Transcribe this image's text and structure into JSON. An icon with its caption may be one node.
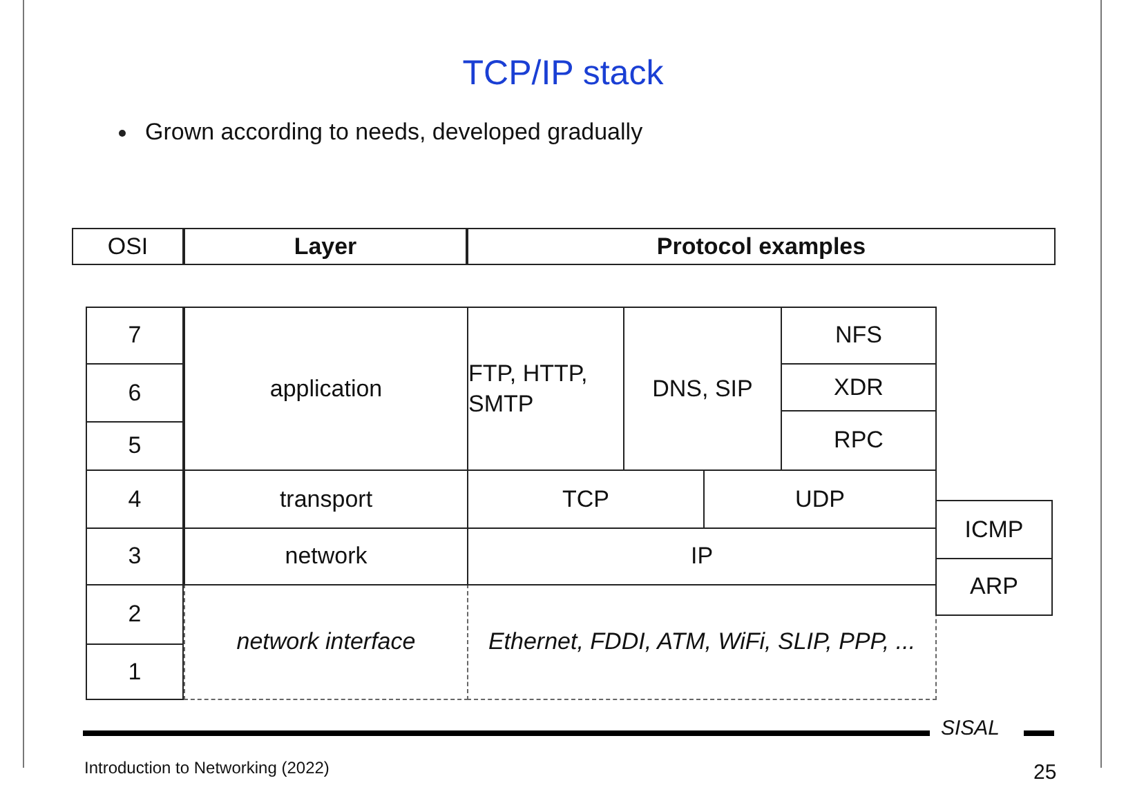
{
  "diagram": {
    "title": "TCP/IP stack",
    "nodes": [
      {
        "text": [
          "OSI"
        ]
      },
      {
        "text": [
          "Layer"
        ]
      },
      {
        "text": [
          "Protocol examples"
        ]
      },
      {
        "text": [
          "7"
        ]
      },
      {
        "text": [
          "6"
        ]
      },
      {
        "text": [
          "5"
        ]
      },
      {
        "text": [
          "application"
        ]
      },
      {
        "text": [
          "FTP, HTTP, SMTP"
        ]
      },
      {
        "text": [
          "DNS, SIP"
        ]
      },
      {
        "text": [
          "NFS"
        ]
      },
      {
        "text": [
          "XDR"
        ]
      },
      {
        "text": [
          "RPC"
        ]
      },
      {
        "text": [
          "4"
        ]
      },
      {
        "text": [
          "transport"
        ]
      },
      {
        "text": [
          "TCP"
        ]
      },
      {
        "text": [
          "UDP"
        ]
      },
      {
        "text": [
          "ICMP"
        ]
      },
      {
        "text": [
          "3"
        ]
      },
      {
        "text": [
          "network"
        ]
      },
      {
        "text": [
          "IP"
        ]
      },
      {
        "text": [
          "ARP"
        ]
      },
      {
        "text": [
          "2"
        ]
      },
      {
        "text": [
          "1"
        ]
      },
      {
        "text": [
          "network interface"
        ]
      },
      {
        "text": [
          "Ethernet, FDDI, ATM, WiFi, SLIP, PPP, ..."
        ]
      }
    ],
    "labels": [
      "Grown according to needs, developed gradually",
      "SISAL",
      "Introduction to Networking (2022)",
      "25"
    ]
  }
}
